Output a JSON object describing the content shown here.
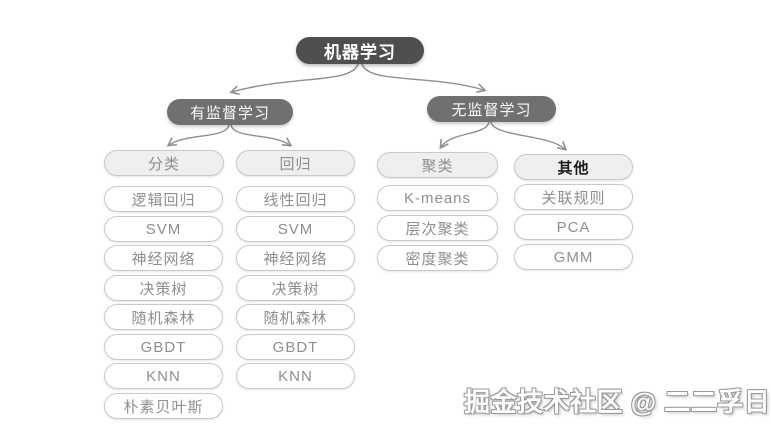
{
  "tree": {
    "root": "机器学习",
    "branches": [
      {
        "label": "有监督学习",
        "groups": [
          {
            "label": "分类",
            "items": [
              "逻辑回归",
              "SVM",
              "神经网络",
              "决策树",
              "随机森林",
              "GBDT",
              "KNN",
              "朴素贝叶斯"
            ]
          },
          {
            "label": "回归",
            "items": [
              "线性回归",
              "SVM",
              "神经网络",
              "决策树",
              "随机森林",
              "GBDT",
              "KNN"
            ]
          }
        ]
      },
      {
        "label": "无监督学习",
        "groups": [
          {
            "label": "聚类",
            "items": [
              "K-means",
              "层次聚类",
              "密度聚类"
            ]
          },
          {
            "label": "其他",
            "items": [
              "关联规则",
              "PCA",
              "GMM"
            ]
          }
        ]
      }
    ]
  },
  "watermark": "掘金技术社区 @ 二二孚日",
  "colors": {
    "root_fill": "#4f4f4f",
    "branch_fill": "#707070",
    "header_fill": "#efefef",
    "pill_border": "#c9c9c9",
    "gray_text": "#8f8f8f",
    "emphasis_text": "#1c1c1c",
    "connector": "#8f8f8f"
  }
}
